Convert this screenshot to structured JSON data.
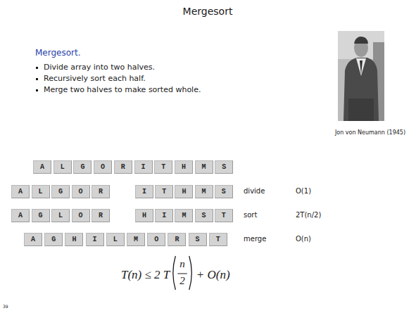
{
  "diagram": {
    "title": "Mergesort",
    "nodes": [
      {
        "text": [
          "A"
        ]
      },
      {
        "text": [
          "L"
        ]
      },
      {
        "text": [
          "G"
        ]
      },
      {
        "text": [
          "O"
        ]
      },
      {
        "text": [
          "R"
        ]
      },
      {
        "text": [
          "I"
        ]
      },
      {
        "text": [
          "T"
        ]
      },
      {
        "text": [
          "H"
        ]
      },
      {
        "text": [
          "M"
        ]
      },
      {
        "text": [
          "S"
        ]
      },
      {
        "text": [
          "A"
        ]
      },
      {
        "text": [
          "L"
        ]
      },
      {
        "text": [
          "G"
        ]
      },
      {
        "text": [
          "O"
        ]
      },
      {
        "text": [
          "R"
        ]
      },
      {
        "text": [
          "I"
        ]
      },
      {
        "text": [
          "T"
        ]
      },
      {
        "text": [
          "H"
        ]
      },
      {
        "text": [
          "M"
        ]
      },
      {
        "text": [
          "S"
        ]
      },
      {
        "text": [
          "A"
        ]
      },
      {
        "text": [
          "G"
        ]
      },
      {
        "text": [
          "L"
        ]
      },
      {
        "text": [
          "O"
        ]
      },
      {
        "text": [
          "R"
        ]
      },
      {
        "text": [
          "H"
        ]
      },
      {
        "text": [
          "I"
        ]
      },
      {
        "text": [
          "M"
        ]
      },
      {
        "text": [
          "S"
        ]
      },
      {
        "text": [
          "T"
        ]
      },
      {
        "text": [
          "A"
        ]
      },
      {
        "text": [
          "G"
        ]
      },
      {
        "text": [
          "H"
        ]
      },
      {
        "text": [
          "I"
        ]
      },
      {
        "text": [
          "L"
        ]
      },
      {
        "text": [
          "M"
        ]
      },
      {
        "text": [
          "O"
        ]
      },
      {
        "text": [
          "R"
        ]
      },
      {
        "text": [
          "S"
        ]
      },
      {
        "text": [
          "T"
        ]
      }
    ],
    "edges": [],
    "labels": [
      "Mergesort.",
      "Divide array into two halves.",
      "Recursively sort each half.",
      "Merge two halves to make sorted whole.",
      "Jon von Neumann (1945)",
      "divide",
      "O(1)",
      "sort",
      "2T(n/2)",
      "merge",
      "O(n)",
      "T(n) ≤ 2 T",
      "n",
      "2",
      "+ O(n)",
      "39"
    ]
  }
}
